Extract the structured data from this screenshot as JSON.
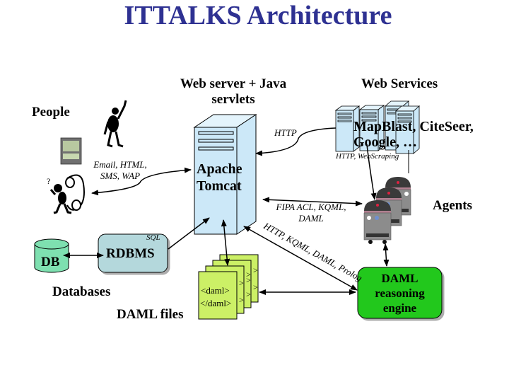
{
  "title": "ITTALKS Architecture",
  "colors": {
    "title": "#2e3192",
    "server_fill": "#cce8f8",
    "rdbms_fill": "#b4d8dc",
    "db_fill": "#7ee0b0",
    "daml_file_fill": "#ccf066",
    "reasoning_fill": "#22c81e",
    "agent_fill": "#8c8c8c"
  },
  "labels": {
    "people": "People",
    "web_server_line1": "Web server + Java",
    "web_server_line2": "servlets",
    "web_services": "Web Services",
    "web_services_list_line1": "MapBlast, CiteSeer,",
    "web_services_list_line2": "Google,  …",
    "apache_line1": "Apache",
    "apache_line2": "Tomcat",
    "agents": "Agents",
    "rdbms": "RDBMS",
    "sql": "SQL",
    "db": "DB",
    "databases": "Databases",
    "daml_files": "DAML files",
    "daml_open": "<daml>",
    "daml_close": "</daml>",
    "reasoning_line1": "DAML",
    "reasoning_line2": "reasoning",
    "reasoning_line3": "engine"
  },
  "edges": {
    "people_server": "Email, HTML,\nSMS, WAP",
    "people_server_line1": "Email, HTML,",
    "people_server_line2": "SMS, WAP",
    "server_webservices": "HTTP",
    "webservices_agents": "HTTP, WebScraping",
    "server_agents_line1": "FIPA ACL, KQML,",
    "server_agents_line2": "DAML",
    "server_reasoning": "HTTP, KQML, DAML, Prolog"
  },
  "icons": {
    "person_waving": "person-waving-icon",
    "person_phone": "person-phone-icon",
    "pda": "pda-icon",
    "server": "server-tower-icon",
    "web_service_servers": "server-cluster-icon",
    "agent_robots": "robot-agent-icon",
    "database": "database-cylinder-icon",
    "documents": "document-stack-icon"
  }
}
